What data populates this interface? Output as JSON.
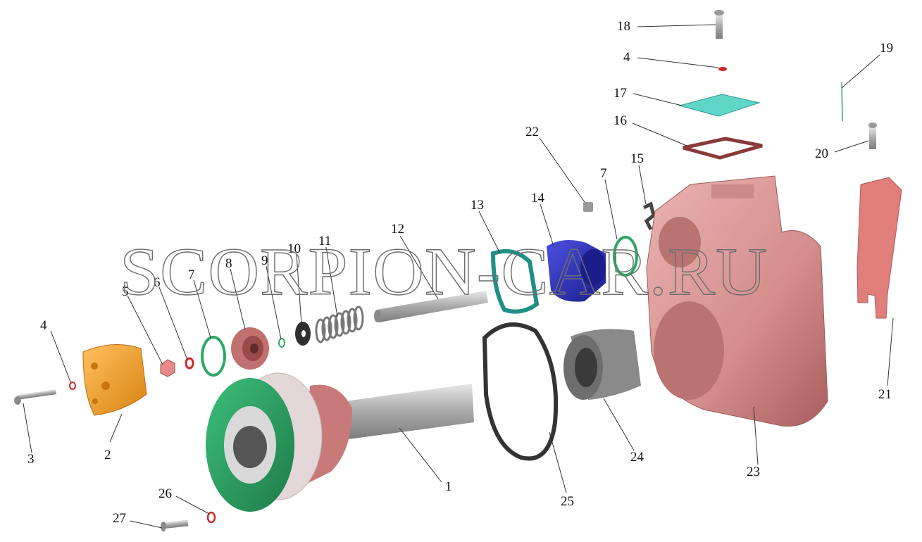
{
  "watermark": "SCORPION-CAR.RU",
  "callouts": [
    {
      "id": "c1",
      "text": "1"
    },
    {
      "id": "c2",
      "text": "2"
    },
    {
      "id": "c3",
      "text": "3"
    },
    {
      "id": "c4a",
      "text": "4"
    },
    {
      "id": "c4b",
      "text": "4"
    },
    {
      "id": "c5",
      "text": "5"
    },
    {
      "id": "c6",
      "text": "6"
    },
    {
      "id": "c7a",
      "text": "7"
    },
    {
      "id": "c7b",
      "text": "7"
    },
    {
      "id": "c8",
      "text": "8"
    },
    {
      "id": "c9",
      "text": "9"
    },
    {
      "id": "c10",
      "text": "10"
    },
    {
      "id": "c11",
      "text": "11"
    },
    {
      "id": "c12",
      "text": "12"
    },
    {
      "id": "c13",
      "text": "13"
    },
    {
      "id": "c14",
      "text": "14"
    },
    {
      "id": "c15",
      "text": "15"
    },
    {
      "id": "c16",
      "text": "16"
    },
    {
      "id": "c17",
      "text": "17"
    },
    {
      "id": "c18",
      "text": "18"
    },
    {
      "id": "c19",
      "text": "19"
    },
    {
      "id": "c20",
      "text": "20"
    },
    {
      "id": "c21",
      "text": "21"
    },
    {
      "id": "c22",
      "text": "22"
    },
    {
      "id": "c23",
      "text": "23"
    },
    {
      "id": "c24",
      "text": "24"
    },
    {
      "id": "c25",
      "text": "25"
    },
    {
      "id": "c26",
      "text": "26"
    },
    {
      "id": "c27",
      "text": "27"
    }
  ],
  "colors": {
    "housing": "#d99392",
    "housing_dark": "#a85f5e",
    "cover_orange": "#f0a030",
    "green_part": "#2ea866",
    "teal_plate": "#5fd6c8",
    "blue_part": "#2a2fc0",
    "seal_red": "#cc2a2a",
    "gasket_dark": "#3a3a3a",
    "shaft_gray": "#b8b8b8",
    "label_line": "#333333"
  }
}
